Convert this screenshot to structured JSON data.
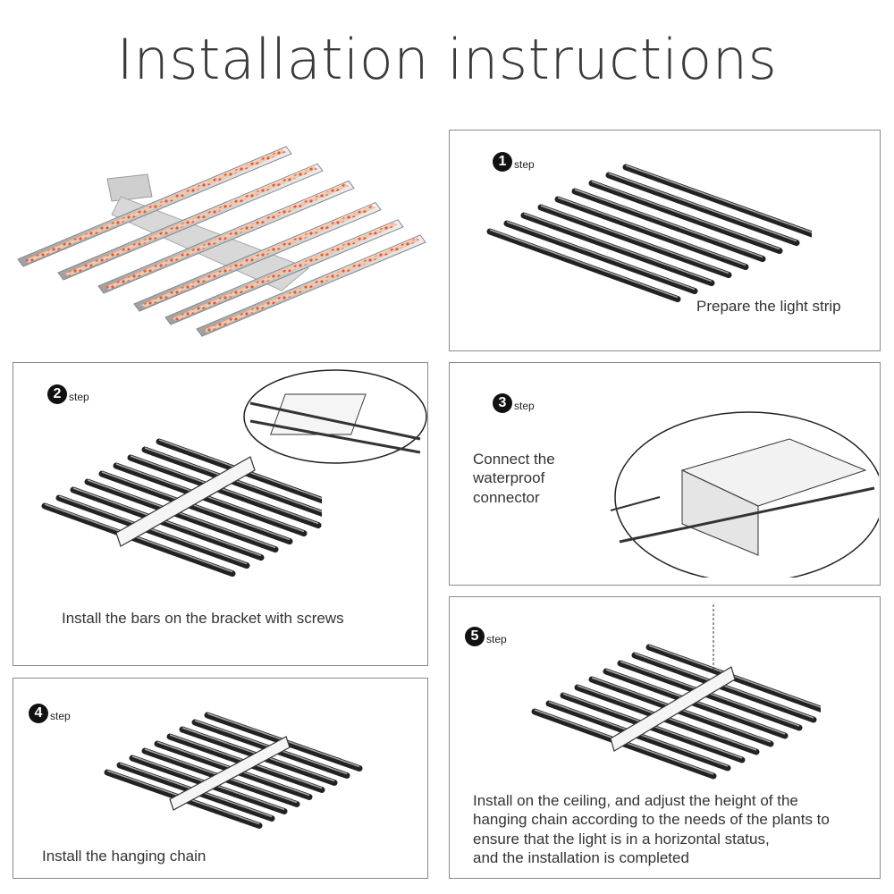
{
  "title": "Installation instructions",
  "step_word": "step",
  "steps": [
    {
      "num": "1",
      "caption": "Prepare the light strip"
    },
    {
      "num": "2",
      "caption": "Install the bars on the bracket with screws"
    },
    {
      "num": "3",
      "caption_lines": [
        "Connect the",
        "waterproof",
        "connector"
      ]
    },
    {
      "num": "4",
      "caption": "Install the hanging chain"
    },
    {
      "num": "5",
      "caption_lines": [
        "Install on the ceiling, and adjust the height of the",
        "hanging chain according to the needs of the plants to",
        "ensure that the light is in a horizontal status,",
        "and the installation is completed"
      ]
    }
  ]
}
